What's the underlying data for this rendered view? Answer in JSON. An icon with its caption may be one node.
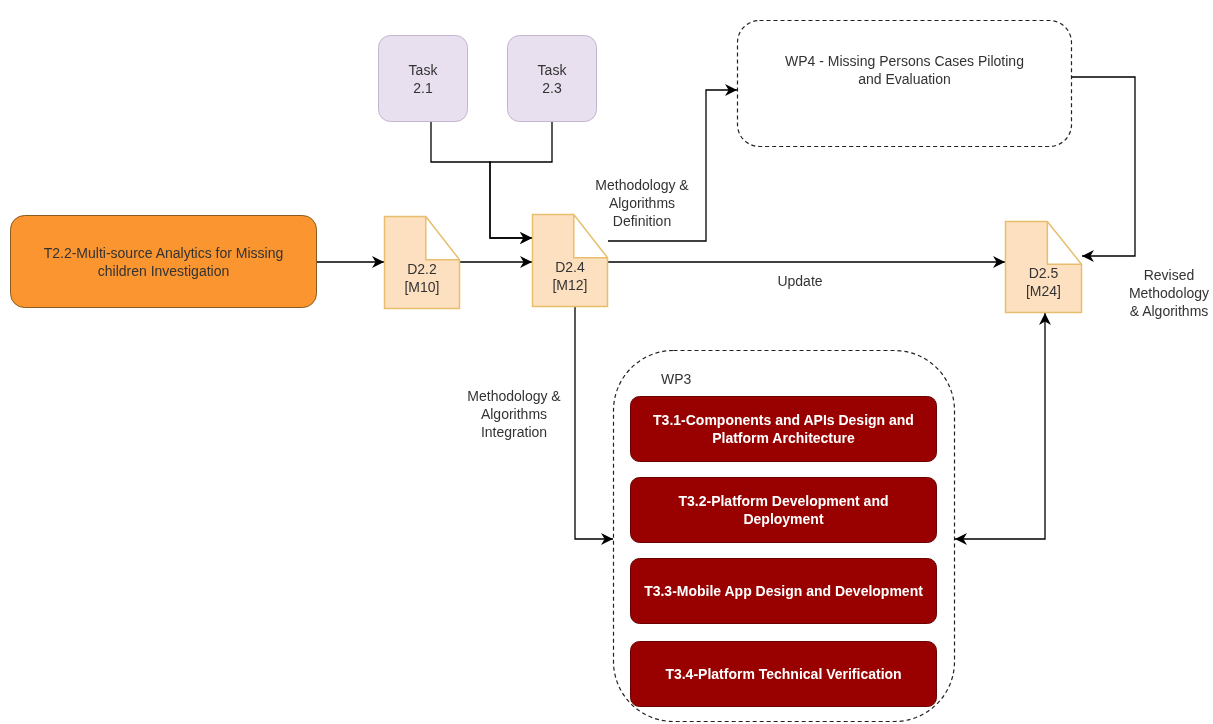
{
  "diagram": {
    "nodes": [
      {
        "text": [
          "T2.2-Multi-source Analytics for Missing children Investigation"
        ]
      },
      {
        "text": [
          "Task 2.1"
        ]
      },
      {
        "text": [
          "Task 2.3"
        ]
      },
      {
        "text": [
          "D2.2 [M10]"
        ]
      },
      {
        "text": [
          "D2.4 [M12]"
        ]
      },
      {
        "text": [
          "WP4 - Missing Persons Cases Piloting and Evaluation"
        ]
      },
      {
        "text": [
          "D2.5 [M24]"
        ]
      },
      {
        "text": [
          "WP3"
        ]
      },
      {
        "text": [
          "T3.1-Components and APIs Design and Platform Architecture"
        ],
        "in": 7
      },
      {
        "text": [
          "T3.2-Platform Development and Deployment"
        ],
        "in": 7
      },
      {
        "text": [
          "T3.3-Mobile App Design and Development"
        ],
        "in": 7
      },
      {
        "text": [
          "T3.4-Platform Technical Verification"
        ],
        "in": 7
      }
    ],
    "edges": [
      {
        "from": 0,
        "to": 3,
        "arrow": "to"
      },
      {
        "from": 3,
        "to": 4,
        "arrow": "to"
      },
      {
        "from": 1,
        "to": 4,
        "arrow": "to"
      },
      {
        "from": 2,
        "to": 4,
        "arrow": "to"
      },
      {
        "from": 4,
        "to": 5,
        "arrow": "to",
        "label": "Methodology & Algorithms Definition"
      },
      {
        "from": 4,
        "to": 6,
        "arrow": "to",
        "label": "Update"
      },
      {
        "from": 5,
        "to": 6,
        "arrow": "to",
        "label": "Revised Methodology & Algorithms"
      },
      {
        "from": 4,
        "to": 7,
        "arrow": "to",
        "label": "Methodology & Algorithms Integration"
      },
      {
        "from": 7,
        "to": 6,
        "arrow": "both"
      }
    ]
  }
}
